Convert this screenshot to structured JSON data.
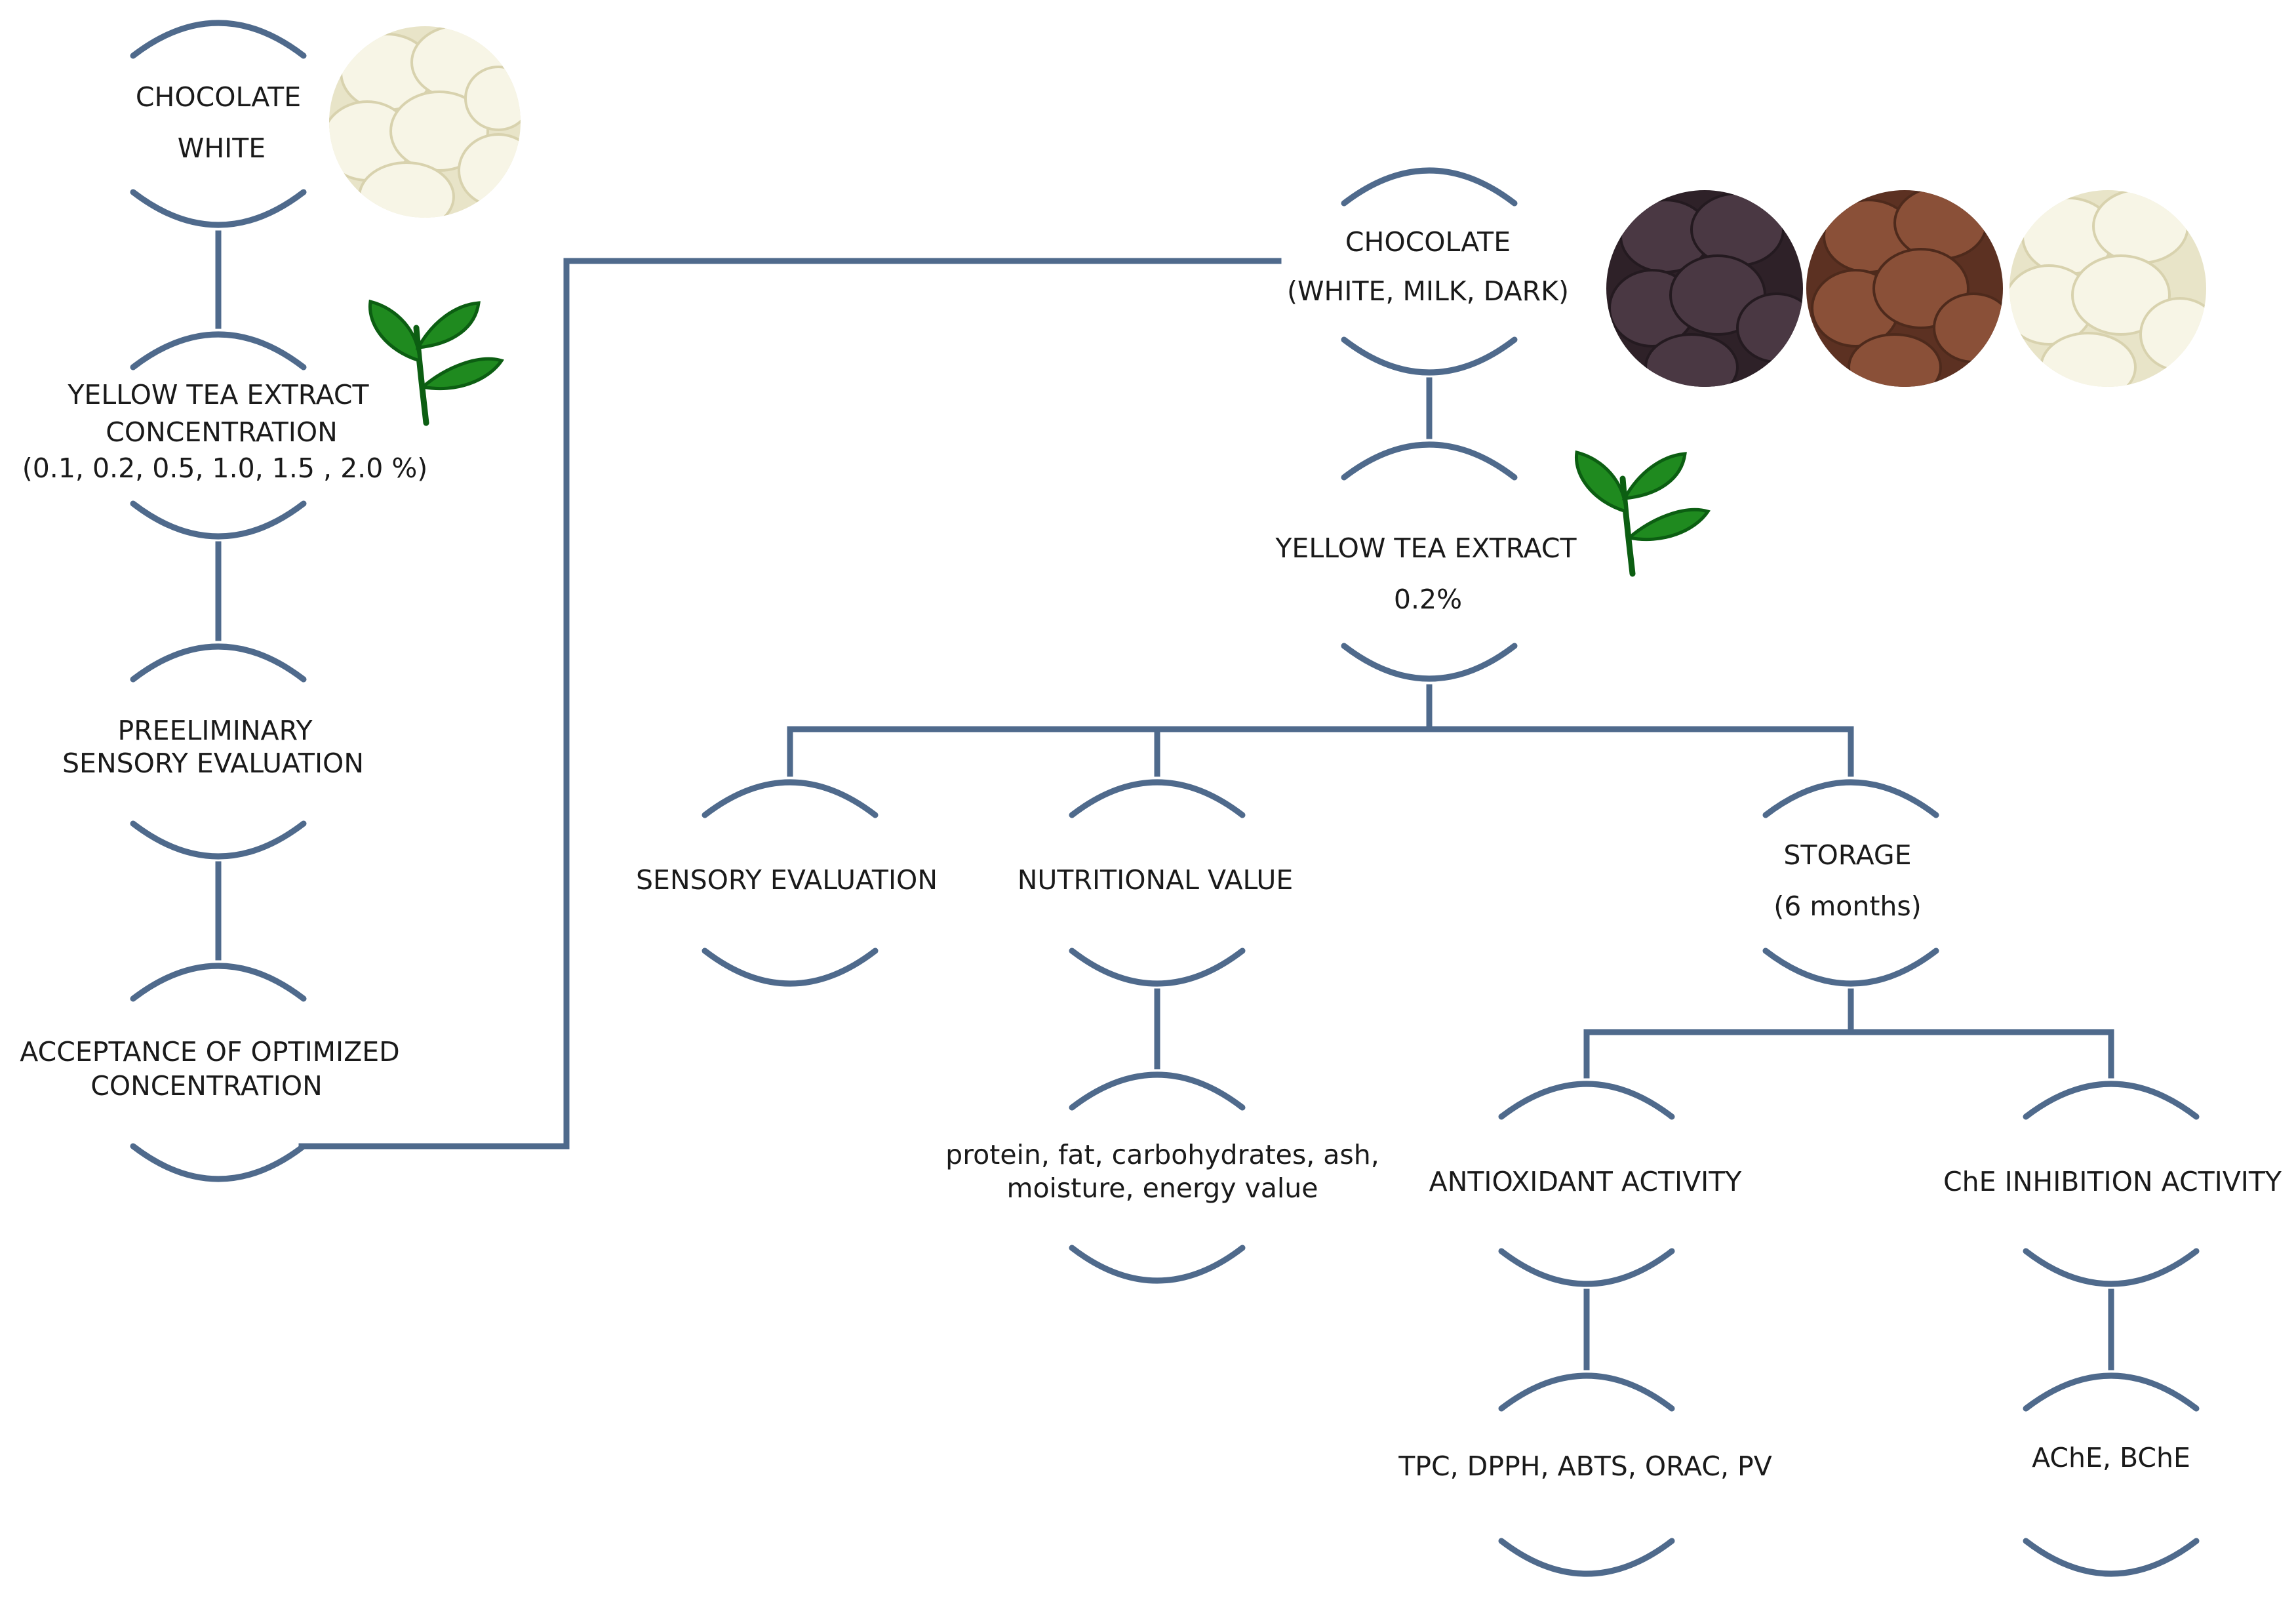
{
  "colors": {
    "line": "#4f6a8c",
    "leaf": "#1f8a1f",
    "leaf_dark": "#0c5e12",
    "white_chocolate": "#f4f1dc",
    "milk_chocolate": "#7a4630",
    "dark_chocolate": "#3f2e38",
    "text": "#1a1a1a"
  },
  "icons": {
    "tea_leaf": "tea-leaf-icon",
    "white_chocolate_photo": "white-chocolate-drops",
    "milk_chocolate_photo": "milk-chocolate-drops",
    "dark_chocolate_photo": "dark-chocolate-drops"
  },
  "left_branch": {
    "chocolate": {
      "line1": "CHOCOLATE",
      "line2": "WHITE"
    },
    "extract": {
      "line1": "YELLOW TEA EXTRACT",
      "line2": "CONCENTRATION",
      "line3": "(0.1, 0.2, 0.5, 1.0, 1.5 , 2.0 %)"
    },
    "preliminary": {
      "line1": "PREELIMINARY",
      "line2": "SENSORY EVALUATION"
    },
    "acceptance": {
      "line1": "ACCEPTANCE  OF  OPTIMIZED",
      "line2": "CONCENTRATION"
    }
  },
  "main_branch": {
    "chocolate": {
      "line1": "CHOCOLATE",
      "line2": "(WHITE, MILK, DARK)"
    },
    "extract": {
      "line1": "YELLOW TEA EXTRACT",
      "line2": "0.2%"
    },
    "sensory": {
      "label": "SENSORY EVALUATION"
    },
    "nutritional": {
      "label": "NUTRITIONAL VALUE",
      "detail_line1": "protein, fat, carbohydrates, ash,",
      "detail_line2": "moisture, energy value"
    },
    "storage": {
      "line1": "STORAGE",
      "line2": "(6 months)"
    },
    "antioxidant": {
      "label": "ANTIOXIDANT ACTIVITY",
      "detail": "TPC, DPPH, ABTS, ORAC, PV"
    },
    "che": {
      "label": "ChE  INHIBITION ACTIVITY",
      "detail": "AChE, BChE"
    }
  }
}
